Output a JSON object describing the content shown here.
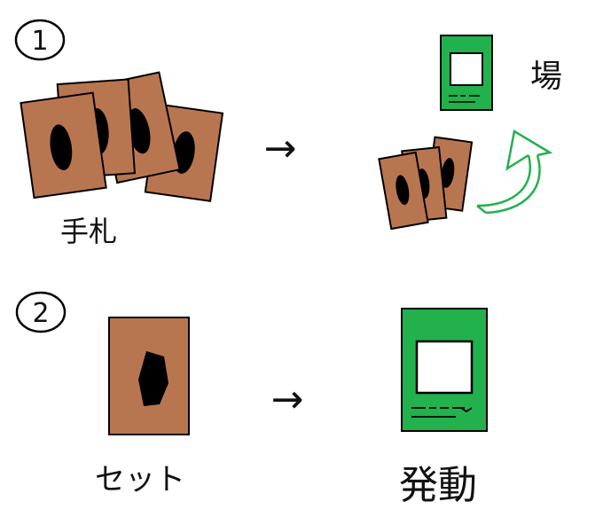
{
  "steps": [
    {
      "number": "1",
      "left_label": "手札",
      "right_label": "場"
    },
    {
      "number": "2",
      "left_label": "セット",
      "right_label": "発動"
    }
  ],
  "arrow_glyph": "→",
  "colors": {
    "card_back": "#B87650",
    "card_oval": "#000000",
    "spell_card": "#22B14C",
    "move_arrow": "#22B14C",
    "ink": "#000000"
  }
}
